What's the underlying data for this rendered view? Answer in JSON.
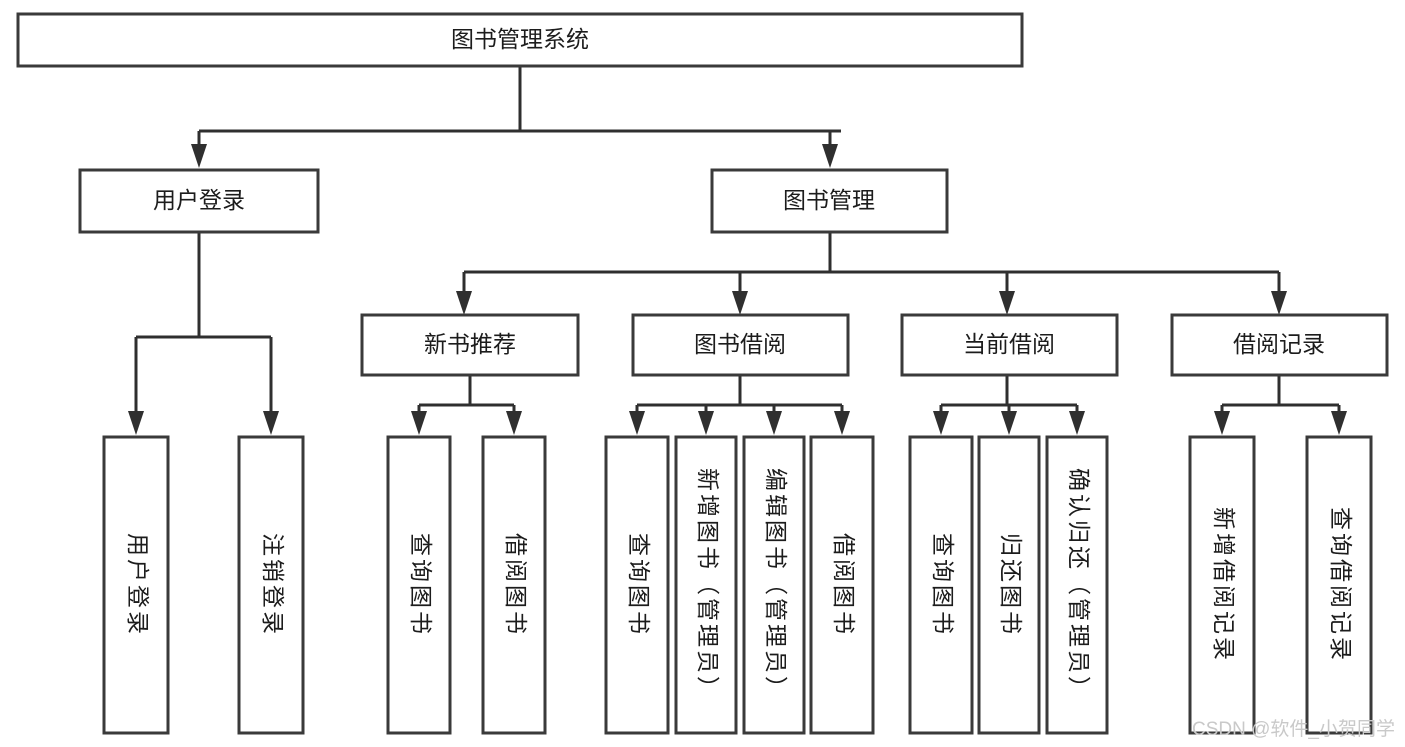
{
  "diagram": {
    "type": "tree-hierarchy-flowchart",
    "root": {
      "id": "root",
      "label": "图书管理系统"
    },
    "level2": [
      {
        "id": "user-login",
        "label": "用户登录"
      },
      {
        "id": "book-management",
        "label": "图书管理"
      }
    ],
    "level3": [
      {
        "id": "new-book-recommend",
        "label": "新书推荐",
        "parent": "book-management"
      },
      {
        "id": "book-borrow",
        "label": "图书借阅",
        "parent": "book-management"
      },
      {
        "id": "current-borrow",
        "label": "当前借阅",
        "parent": "book-management"
      },
      {
        "id": "borrow-record",
        "label": "借阅记录",
        "parent": "book-management"
      }
    ],
    "leaves": [
      {
        "id": "leaf-user-login",
        "label": "用户登录",
        "parent": "user-login"
      },
      {
        "id": "leaf-user-logout",
        "label": "注销登录",
        "parent": "user-login"
      },
      {
        "id": "leaf-query-book-1",
        "label": "查询图书",
        "parent": "new-book-recommend"
      },
      {
        "id": "leaf-borrow-book-1",
        "label": "借阅图书",
        "parent": "new-book-recommend"
      },
      {
        "id": "leaf-query-book-2",
        "label": "查询图书",
        "parent": "book-borrow"
      },
      {
        "id": "leaf-add-book",
        "label": "新增图书（管理员）",
        "parent": "book-borrow"
      },
      {
        "id": "leaf-edit-book",
        "label": "编辑图书（管理员）",
        "parent": "book-borrow"
      },
      {
        "id": "leaf-borrow-book-2",
        "label": "借阅图书",
        "parent": "book-borrow"
      },
      {
        "id": "leaf-query-book-3",
        "label": "查询图书",
        "parent": "current-borrow"
      },
      {
        "id": "leaf-return-book",
        "label": "归还图书",
        "parent": "current-borrow"
      },
      {
        "id": "leaf-confirm-return",
        "label": "确认归还（管理员）",
        "parent": "current-borrow"
      },
      {
        "id": "leaf-add-record",
        "label": "新增借阅记录",
        "parent": "borrow-record"
      },
      {
        "id": "leaf-query-record",
        "label": "查询借阅记录",
        "parent": "borrow-record"
      }
    ],
    "colors": {
      "box_fill": "#ffffff",
      "box_stroke": "#3a3a3a",
      "edge": "#2f2f2f",
      "text": "#1c1c1c",
      "background": "#ffffff",
      "watermark": "#c9c9c9"
    }
  },
  "watermark": {
    "text": "CSDN @软件_小贺同学"
  }
}
